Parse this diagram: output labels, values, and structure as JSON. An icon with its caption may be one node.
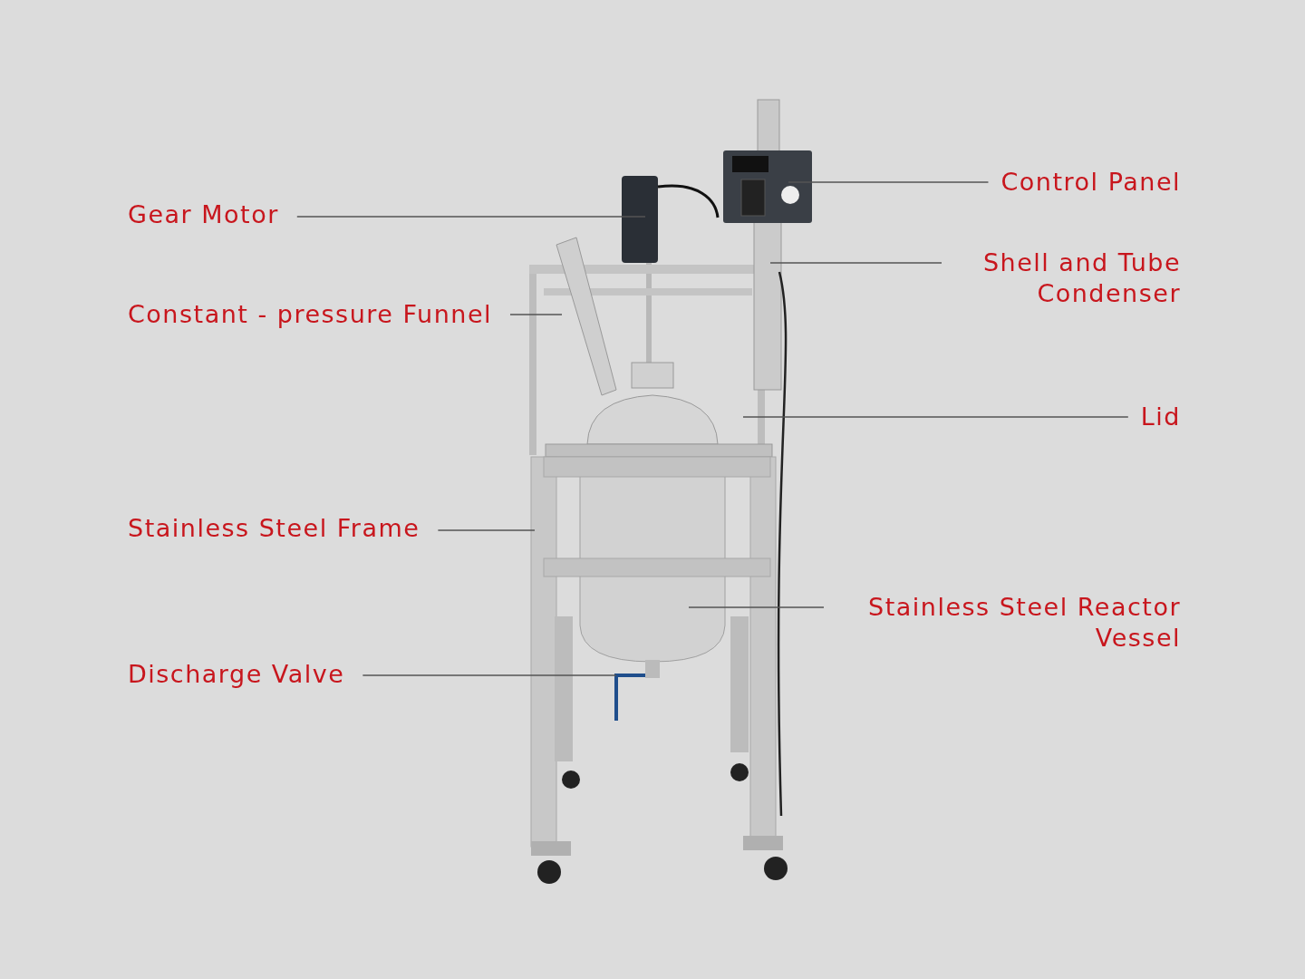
{
  "diagram": {
    "nodes": [
      {
        "text": [
          "Gear Motor"
        ]
      },
      {
        "text": [
          "Constant - pressure Funnel"
        ]
      },
      {
        "text": [
          "Stainless Steel Frame"
        ]
      },
      {
        "text": [
          "Discharge Valve"
        ]
      },
      {
        "text": [
          "Control Panel"
        ]
      },
      {
        "text": [
          "Shell and Tube Condenser"
        ]
      },
      {
        "text": [
          "Lid"
        ]
      },
      {
        "text": [
          "Stainless Steel Reactor Vessel"
        ]
      }
    ],
    "edges": [
      {
        "from": 0,
        "to": null,
        "arrow": "none"
      },
      {
        "from": 1,
        "to": null,
        "arrow": "none"
      },
      {
        "from": 2,
        "to": null,
        "arrow": "none"
      },
      {
        "from": 3,
        "to": null,
        "arrow": "none"
      },
      {
        "from": 4,
        "to": null,
        "arrow": "none"
      },
      {
        "from": 5,
        "to": null,
        "arrow": "none"
      },
      {
        "from": 6,
        "to": null,
        "arrow": "none"
      },
      {
        "from": 7,
        "to": null,
        "arrow": "none"
      }
    ]
  }
}
